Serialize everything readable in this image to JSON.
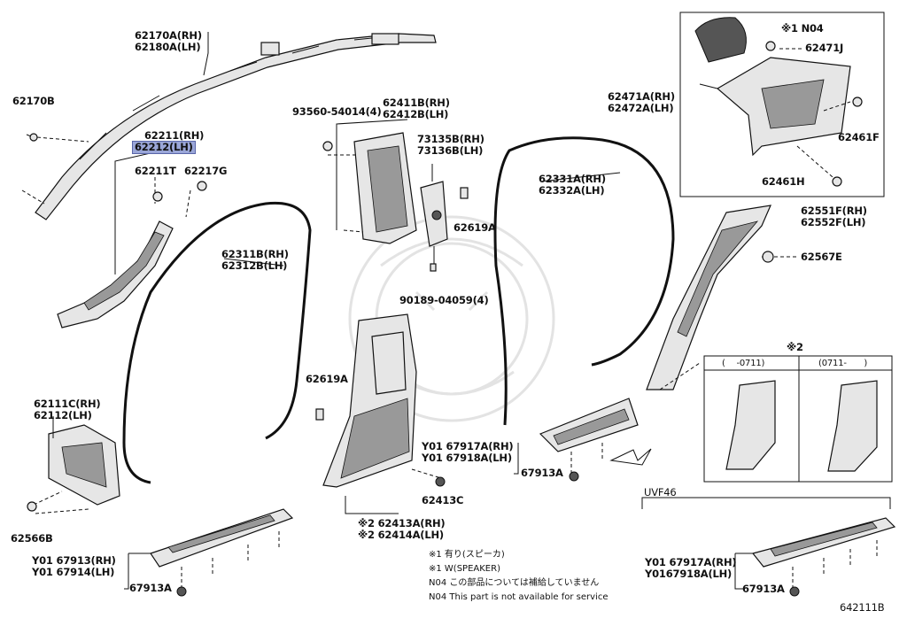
{
  "labels": {
    "l62170a": "62170A(RH)",
    "l62180a": "62180A(LH)",
    "l62170b": "62170B",
    "l62211rh": "62211(RH)",
    "l62212lh": "62212(LH)",
    "l62211t": "62211T",
    "l62217g": "62217G",
    "l62311b": "62311B(RH)",
    "l62312b": "62312B(LH)",
    "l62111c": "62111C(RH)",
    "l62112": "62112(LH)",
    "l62566b": "62566B",
    "l67913rh": "Y01 67913(RH)",
    "l67914lh": "Y01 67914(LH)",
    "l67913a_1": "67913A",
    "l93560": "93560-54014(4)",
    "l62411b": "62411B(RH)",
    "l62412b": "62412B(LH)",
    "l73135b": "73135B(RH)",
    "l73136b": "73136B(LH)",
    "l62619a_1": "62619A",
    "l90189": "90189-04059(4)",
    "l62619a_2": "62619A",
    "l67917a": "Y01 67917A(RH)",
    "l67918a": "Y01 67918A(LH)",
    "l67913a_2": "67913A",
    "l62413c": "62413C",
    "l62413a": "※2 62413A(RH)",
    "l62414a": "※2 62414A(LH)",
    "l62331a": "62331A(RH)",
    "l62332a": "62332A(LH)",
    "l62471a": "62471A(RH)",
    "l62472a": "62472A(LH)",
    "ln04": "※1 N04",
    "l62471j": "62471J",
    "l62461f": "62461F",
    "l62461h": "62461H",
    "l62551f": "62551F(RH)",
    "l62552f": "62552F(LH)",
    "l62567e": "62567E",
    "l67917a_2": "Y01 67917A(RH)",
    "l67918a_2": "Y0167918A(LH)",
    "l67913a_3": "67913A",
    "uvf46": "UVF46",
    "note2": "※2",
    "col1": "(　 -0711)",
    "col2": "(0711-　　)",
    "diagram_id": "642111B"
  },
  "notes": [
    "※1 有り(スピーカ)",
    "※1 W(SPEAKER)",
    "N04 この部品については補給していません",
    "N04 This part is not available for service"
  ]
}
